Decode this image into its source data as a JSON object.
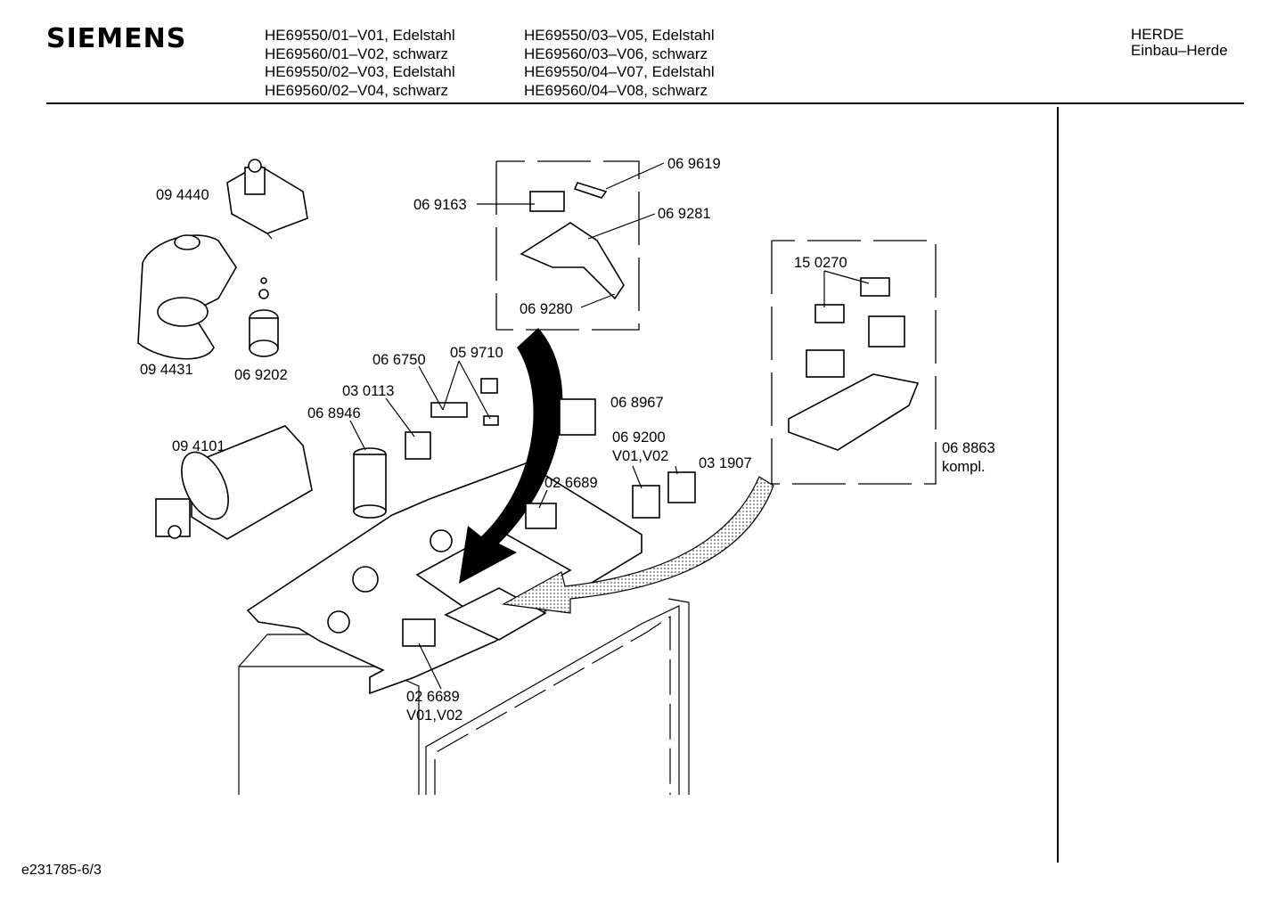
{
  "header": {
    "brand": "SIEMENS",
    "models_col1": [
      "HE69550/01–V01, Edelstahl",
      "HE69560/01–V02, schwarz",
      "HE69550/02–V03, Edelstahl",
      "HE69560/02–V04, schwarz"
    ],
    "models_col2": [
      "HE69550/03–V05, Edelstahl",
      "HE69560/03–V06, schwarz",
      "HE69550/04–V07, Edelstahl",
      "HE69560/04–V08, schwarz"
    ],
    "category": "HERDE",
    "subcategory": "Einbau–Herde"
  },
  "parts": {
    "p094440": "09 4440",
    "p094431": "09 4431",
    "p069202": "06 9202",
    "p069163": "06 9163",
    "p069619": "06 9619",
    "p069281": "06 9281",
    "p069280": "06 9280",
    "p150270": "15 0270",
    "p066750": "06 6750",
    "p059710": "05 9710",
    "p030113": "03 0113",
    "p068946": "06 8946",
    "p094101": "09 4101",
    "p068967": "06 8967",
    "p069200": "06 9200",
    "p069200_variant": "V01,V02",
    "p031907": "03 1907",
    "p026689_top": "02 6689",
    "p026689_bottom": "02 6689",
    "p026689_variant": "V01,V02",
    "p068863": "06 8863",
    "p068863_note": "kompl."
  },
  "footer": {
    "drawing_id": "e231785-6/3"
  }
}
